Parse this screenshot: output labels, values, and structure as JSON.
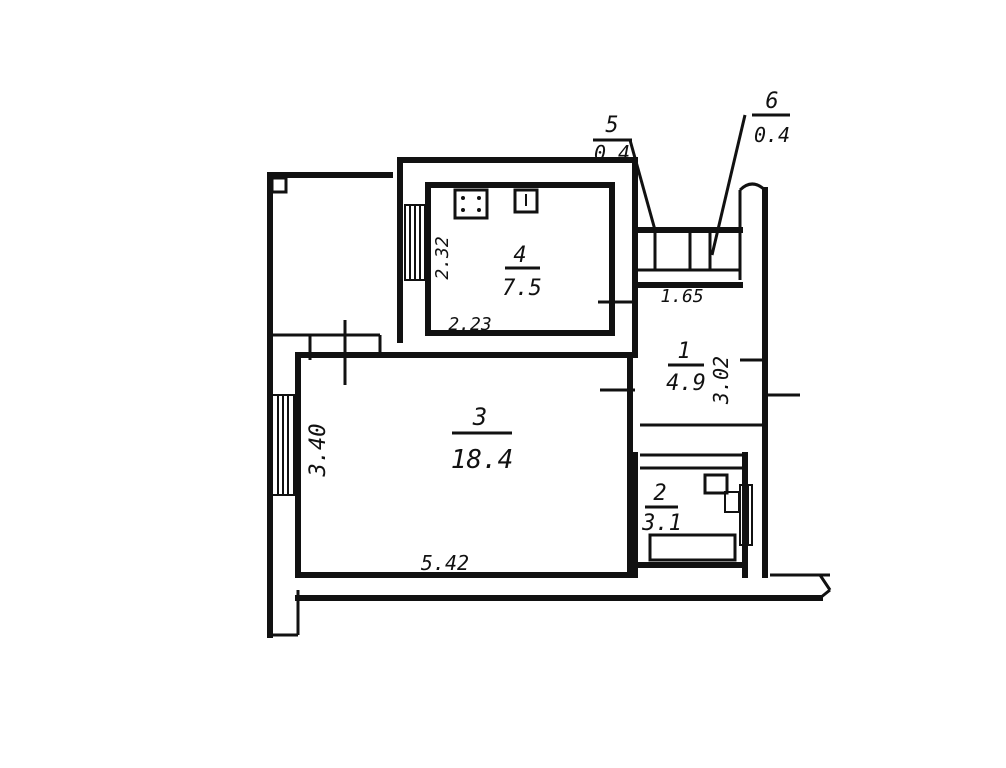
{
  "rooms": [
    {
      "number": "1",
      "area": "4.9"
    },
    {
      "number": "2",
      "area": "3.1"
    },
    {
      "number": "3",
      "area": "18.4"
    },
    {
      "number": "4",
      "area": "7.5"
    },
    {
      "number": "5",
      "area": "0.4"
    },
    {
      "number": "6",
      "area": "0.4"
    }
  ],
  "dimensions": {
    "room3_width": "5.42",
    "room3_depth": "3.40",
    "room4_width": "2.23",
    "room4_depth": "2.32",
    "room1_width": "1.65",
    "room1_depth": "3.02"
  }
}
